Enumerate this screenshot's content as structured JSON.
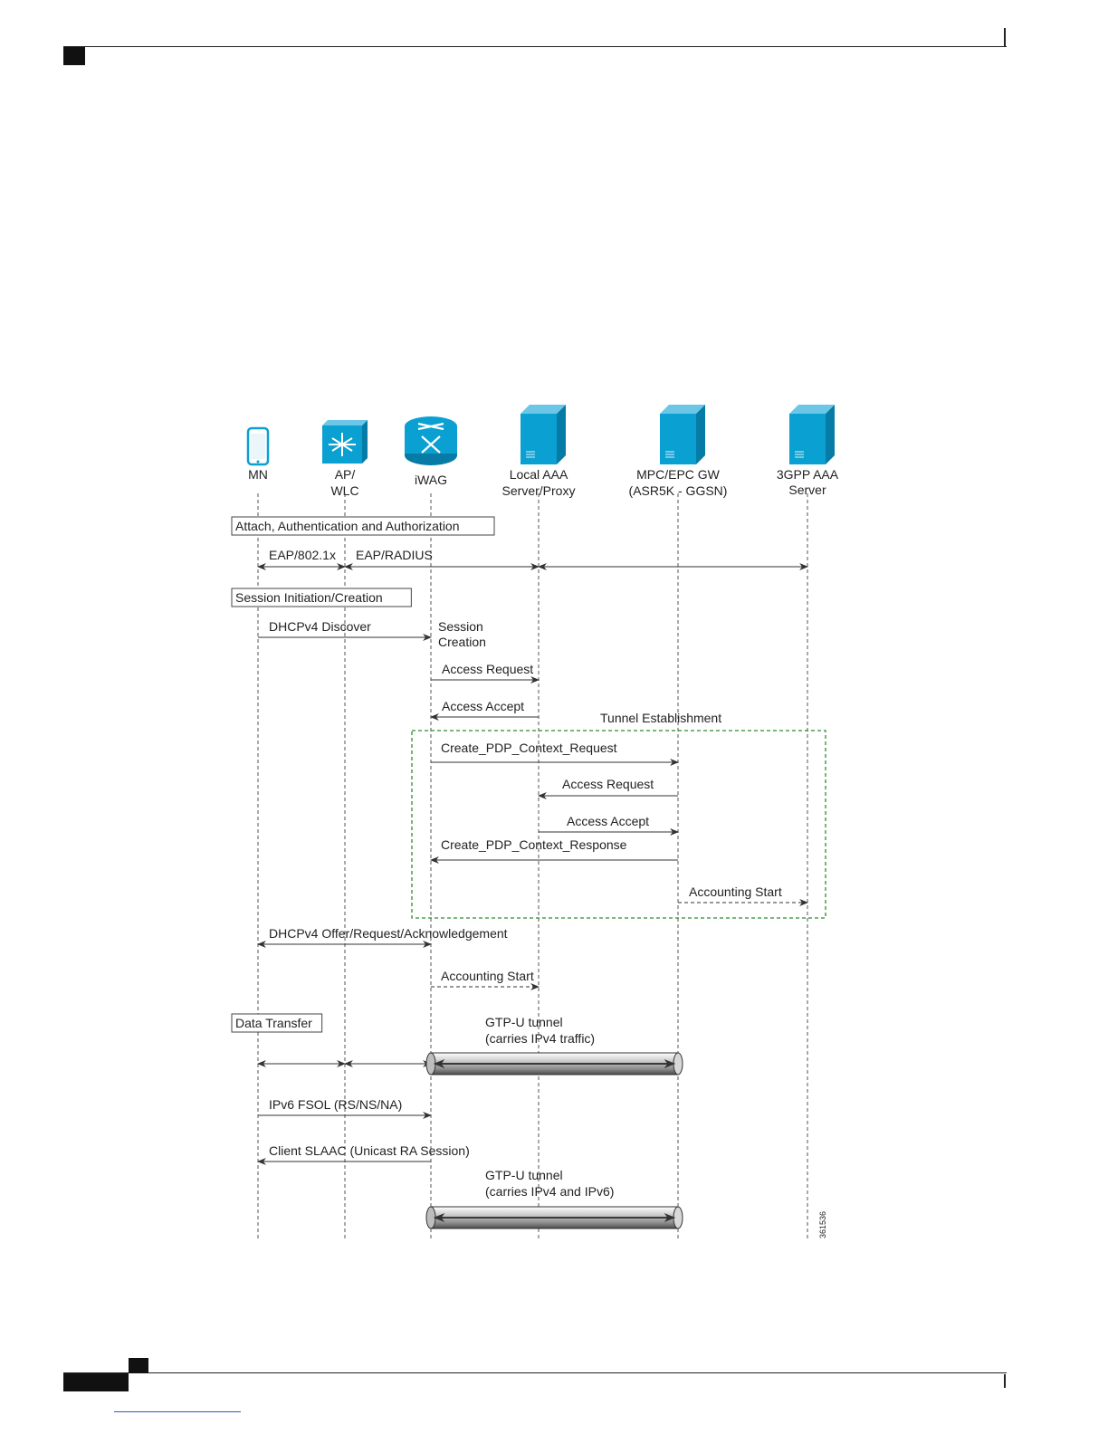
{
  "colors": {
    "server_blue": "#0aa0d2",
    "server_dark": "#067ba6",
    "tunnel_box": "#2e8b2e",
    "line": "#333333"
  },
  "entities": [
    {
      "id": "mn",
      "icon": "mobile-phone-icon",
      "label": [
        "MN"
      ]
    },
    {
      "id": "ap",
      "icon": "access-point-switch-icon",
      "label": [
        "AP/",
        "WLC"
      ]
    },
    {
      "id": "iwag",
      "icon": "router-icon",
      "label": [
        "iWAG"
      ]
    },
    {
      "id": "laaa",
      "icon": "server-icon",
      "label": [
        "Local AAA",
        "Server/Proxy"
      ]
    },
    {
      "id": "mpc",
      "icon": "server-icon",
      "label": [
        "MPC/EPC GW",
        "(ASR5K - GGSN)"
      ]
    },
    {
      "id": "aaa3",
      "icon": "server-icon",
      "label": [
        "3GPP AAA",
        "Server"
      ]
    }
  ],
  "sections": [
    {
      "id": "attach",
      "label": "Attach, Authentication and Authorization"
    },
    {
      "id": "session",
      "label": "Session Initiation/Creation"
    },
    {
      "id": "data",
      "label": "Data Transfer"
    }
  ],
  "messages": [
    {
      "id": "eap-8021x",
      "from": "mn",
      "to": "ap",
      "label": "EAP/802.1x",
      "style": "solid",
      "both": true
    },
    {
      "id": "eap-radius",
      "from": "ap",
      "to": "laaa",
      "label": "EAP/RADIUS",
      "style": "solid",
      "both": true
    },
    {
      "id": "radius-proxy",
      "from": "laaa",
      "to": "aaa3",
      "label": "",
      "style": "solid",
      "both": true
    },
    {
      "id": "dhcp-discover",
      "from": "mn",
      "to": "iwag",
      "label": "DHCPv4 Discover",
      "style": "solid",
      "both": false
    },
    {
      "id": "access-request-1",
      "from": "iwag",
      "to": "laaa",
      "label": "Access Request",
      "style": "solid",
      "both": false
    },
    {
      "id": "access-accept-1",
      "from": "laaa",
      "to": "iwag",
      "label": "Access Accept",
      "style": "solid",
      "both": false
    },
    {
      "id": "create-pdp-request",
      "from": "iwag",
      "to": "mpc",
      "label": "Create_PDP_Context_Request",
      "style": "solid",
      "both": false
    },
    {
      "id": "access-request-2",
      "from": "mpc",
      "to": "laaa",
      "label": "Access Request",
      "style": "solid",
      "both": false
    },
    {
      "id": "access-accept-2",
      "from": "laaa",
      "to": "mpc",
      "label": "Access Accept",
      "style": "solid",
      "both": false
    },
    {
      "id": "create-pdp-response",
      "from": "mpc",
      "to": "iwag",
      "label": "Create_PDP_Context_Response",
      "style": "solid",
      "both": false
    },
    {
      "id": "accounting-start-1",
      "from": "mpc",
      "to": "aaa3",
      "label": "Accounting Start",
      "style": "dashed",
      "both": false
    },
    {
      "id": "dhcp-offer",
      "from": "mn",
      "to": "iwag",
      "label": "DHCPv4 Offer/Request/Acknowledgement",
      "style": "solid",
      "both": true
    },
    {
      "id": "accounting-start-2",
      "from": "iwag",
      "to": "laaa",
      "label": "Accounting Start",
      "style": "dashed",
      "both": false
    },
    {
      "id": "data-mn-ap",
      "from": "mn",
      "to": "ap",
      "label": "",
      "style": "solid",
      "both": true
    },
    {
      "id": "data-ap-iwag",
      "from": "ap",
      "to": "iwag",
      "label": "",
      "style": "solid",
      "both": true
    },
    {
      "id": "ipv6-fsol",
      "from": "mn",
      "to": "iwag",
      "label": "IPv6 FSOL (RS/NS/NA)",
      "style": "solid",
      "both": false
    },
    {
      "id": "client-slaac",
      "from": "iwag",
      "to": "mn",
      "label": "Client SLAAC (Unicast RA Session)",
      "style": "solid",
      "both": false
    }
  ],
  "notes": [
    {
      "id": "session-creation",
      "lines": [
        "Session",
        "Creation"
      ]
    },
    {
      "id": "tunnel-establishment",
      "lines": [
        "Tunnel Establishment"
      ]
    }
  ],
  "tunnels": [
    {
      "id": "gtpu-ipv4",
      "from": "iwag",
      "to": "mpc",
      "label": [
        "GTP-U tunnel",
        "(carries IPv4 traffic)"
      ]
    },
    {
      "id": "gtpu-ipv4-ipv6",
      "from": "iwag",
      "to": "mpc",
      "label": [
        "GTP-U tunnel",
        "(carries IPv4 and IPv6)"
      ]
    }
  ],
  "figure_id": "361536"
}
